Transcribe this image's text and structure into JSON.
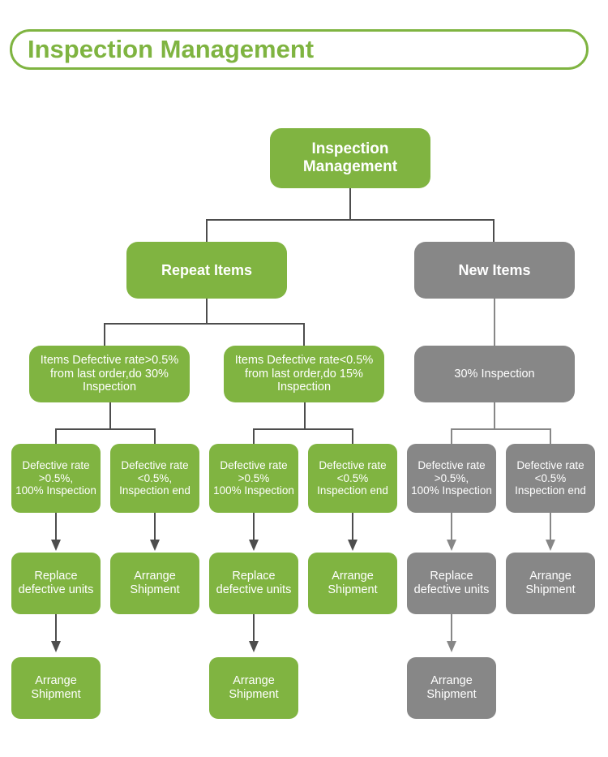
{
  "header": {
    "title": "Inspection Management"
  },
  "colors": {
    "green": "#80b441",
    "grey": "#878787",
    "connector_dark": "#4d4d4d",
    "connector_grey": "#878787",
    "node_text": "#ffffff",
    "header_text": "#7fb441",
    "background": "#ffffff"
  },
  "chart_data": {
    "type": "diagram",
    "title": "Inspection Management",
    "root": "Inspection Management",
    "branches": [
      {
        "name": "Repeat Items",
        "color": "green",
        "children": [
          {
            "name": "Items Defective rate>0.5% from last order,do 30% Inspection",
            "children": [
              {
                "name": "Defective rate >0.5%, 100% Inspection",
                "children": [
                  {
                    "name": "Replace defective units",
                    "children": [
                      {
                        "name": "Arrange Shipment"
                      }
                    ]
                  }
                ]
              },
              {
                "name": "Defective rate <0.5%, Inspection end",
                "children": [
                  {
                    "name": "Arrange Shipment"
                  }
                ]
              }
            ]
          },
          {
            "name": "Items Defective rate<0.5% from last order,do 15% Inspection",
            "children": [
              {
                "name": "Defective rate >0.5% 100% Inspection",
                "children": [
                  {
                    "name": "Replace defective units",
                    "children": [
                      {
                        "name": "Arrange Shipment"
                      }
                    ]
                  }
                ]
              },
              {
                "name": "Defective rate <0.5% Inspection end",
                "children": [
                  {
                    "name": "Arrange Shipment"
                  }
                ]
              }
            ]
          }
        ]
      },
      {
        "name": "New Items",
        "color": "grey",
        "children": [
          {
            "name": "30% Inspection",
            "children": [
              {
                "name": "Defective rate >0.5%, 100% Inspection",
                "children": [
                  {
                    "name": "Replace defective units",
                    "children": [
                      {
                        "name": "Arrange Shipment"
                      }
                    ]
                  }
                ]
              },
              {
                "name": "Defective rate <0.5% Inspection end",
                "children": [
                  {
                    "name": "Arrange Shipment"
                  }
                ]
              }
            ]
          }
        ]
      }
    ]
  },
  "nodes": {
    "root": "Inspection Management",
    "repeat_items": "Repeat Items",
    "new_items": "New Items",
    "repeat_hi": "Items Defective rate>0.5%\nfrom last order,do 30%\nInspection",
    "repeat_lo": "Items Defective rate<0.5%\nfrom last order,do 15%\nInspection",
    "new_30": "30% Inspection",
    "r1_hi": "Defective rate\n>0.5%,\n100% Inspection",
    "r1_lo": "Defective rate\n<0.5%,\nInspection end",
    "r2_hi": "Defective rate\n>0.5%\n100% Inspection",
    "r2_lo": "Defective rate\n<0.5%\nInspection end",
    "n_hi": "Defective rate\n>0.5%,\n100% Inspection",
    "n_lo": "Defective rate\n<0.5%\nInspection end",
    "replace_1": "Replace\ndefective units",
    "arrange_1": "Arrange\nShipment",
    "replace_2": "Replace\ndefective units",
    "arrange_2": "Arrange\nShipment",
    "replace_3": "Replace\ndefective units",
    "arrange_3": "Arrange\nShipment",
    "arrange_final_1": "Arrange\nShipment",
    "arrange_final_2": "Arrange\nShipment",
    "arrange_final_3": "Arrange\nShipment"
  }
}
